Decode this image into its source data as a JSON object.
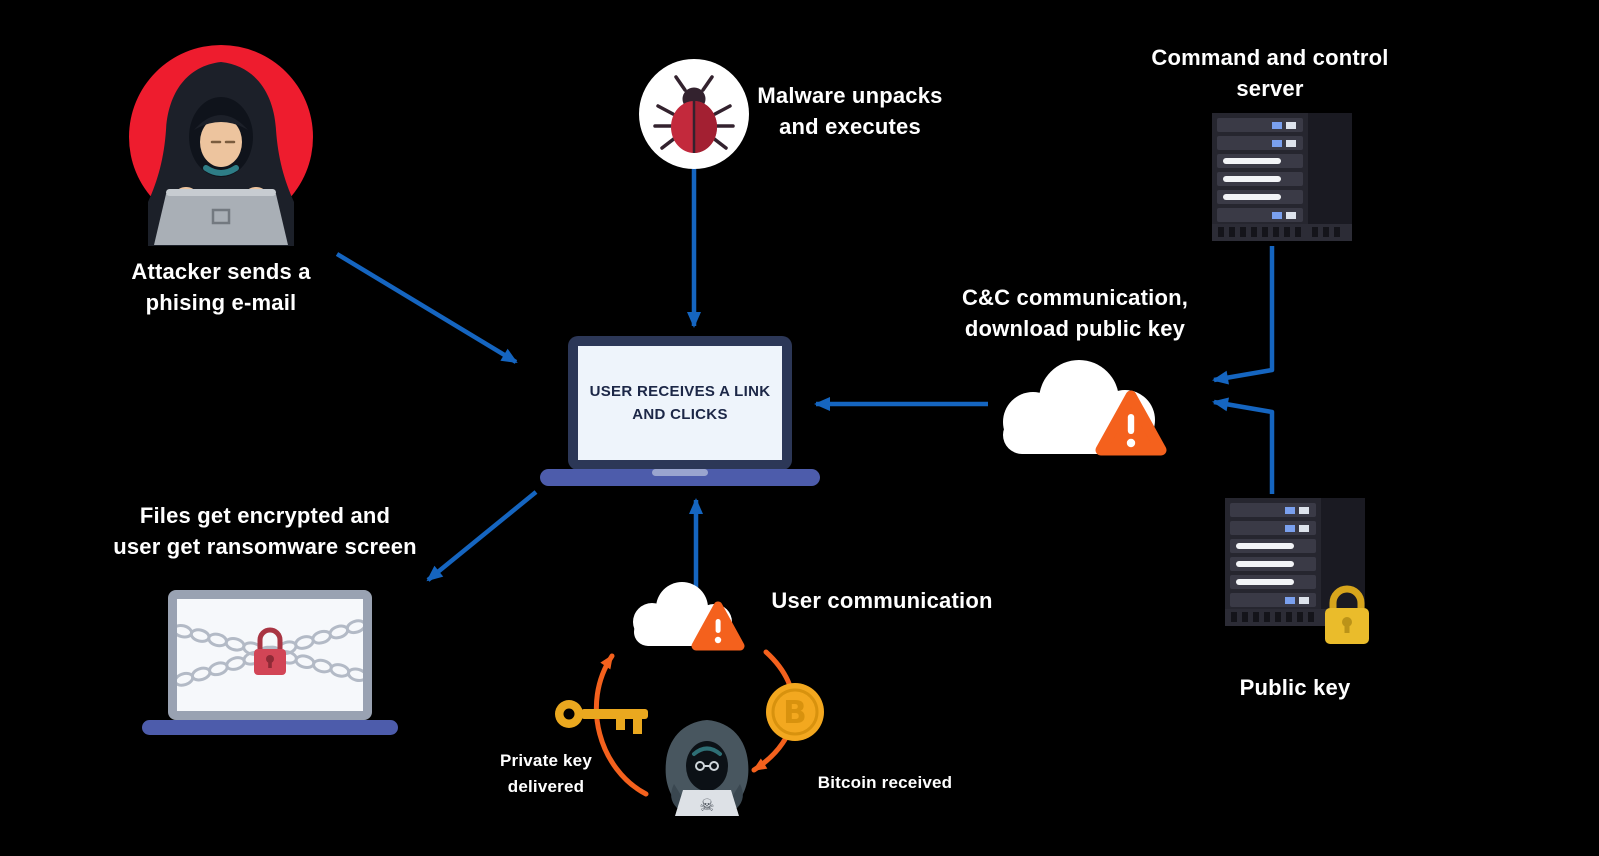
{
  "diagram": {
    "labels": {
      "attacker": "Attacker sends a\nphising e-mail",
      "malware": "Malware unpacks\nand executes",
      "cc_server": "Command and control\nserver",
      "victim_screen": "USER RECEIVES A LINK\nAND CLICKS",
      "cc_communication": "C&C communication,\ndownload public key",
      "public_key": "Public key",
      "files_encrypted": "Files get encrypted and\nuser get ransomware screen",
      "user_communication": "User communication",
      "private_key": "Private key\ndelivered",
      "bitcoin_received": "Bitcoin received"
    },
    "icons": {
      "skull": "☠",
      "bitcoin": "B",
      "warning": "!"
    },
    "colors": {
      "background": "#000000",
      "flow_arrow_blue": "#1565c0",
      "cycle_arrow_orange": "#f4611d",
      "warning_orange": "#f4611d",
      "attacker_red": "#ee1c2e",
      "laptop_blue": "#4d5cab",
      "gold": "#eaa81f",
      "ransom_red": "#d24556",
      "text_white": "#ffffff"
    }
  }
}
